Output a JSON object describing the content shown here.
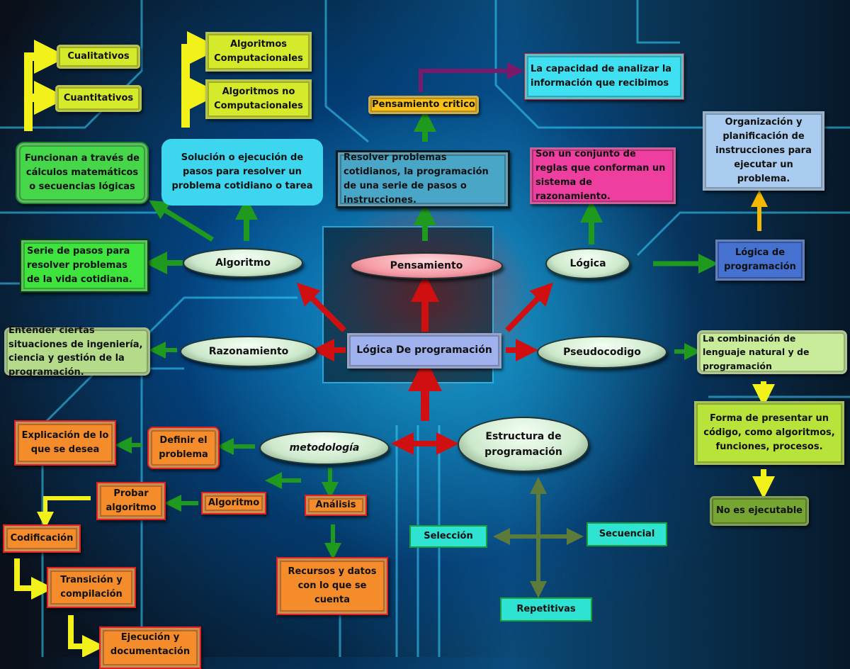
{
  "colors": {
    "yellow_green": "#d4ea2a",
    "green": "#46d64a",
    "cyan": "#3dd6ee",
    "gold": "#f7c11a",
    "pink": "#ee3fa0",
    "steel_blue": "#4aa6c6",
    "light_blue": "#a9ccf0",
    "blue": "#4571d1",
    "periwinkle": "#9fb2ee",
    "sage": "#b3db8a",
    "lime": "#b7e33a",
    "olive": "#76a532",
    "orange": "#f48c2c",
    "aqua": "#2ee3d2",
    "pale_pink": "#f59aa5"
  },
  "center": {
    "label": "Lógica De programación"
  },
  "algoritmo": {
    "label": "Algoritmo",
    "types_a": [
      "Cualitativos",
      "Cuantitativos"
    ],
    "types_b": [
      "Algoritmos Computacionales",
      "Algoritmos no Computacionales"
    ],
    "funcionan": "Funcionan a través de cálculos matemáticos o secuencias lógicas",
    "solucion": "Solución o ejecución de pasos para resolver un problema cotidiano o tarea",
    "serie": "Serie de pasos para resolver problemas de la vida cotidiana."
  },
  "pensamiento": {
    "label": "Pensamiento",
    "resolver": "Resolver problemas cotidianos, la programación de una serie de pasos o instrucciones.",
    "critico": "Pensamiento critico",
    "capacidad": "La capacidad de analizar la información que recibimos"
  },
  "logica": {
    "label": "Lógica",
    "reglas": "Son un conjunto de reglas que conforman un sistema de razonamiento.",
    "logica_prog": "Lógica de programación",
    "organizacion": "Organización y planificación de instrucciones para ejecutar un problema."
  },
  "razonamiento": {
    "label": "Razonamiento",
    "entender": "Entender ciertas situaciones de ingeniería, ciencia y gestión de la programación."
  },
  "pseudocodigo": {
    "label": "Pseudocodigo",
    "combinacion": "La combinación de lenguaje natural y de programación",
    "forma": "Forma de presentar un código, como algoritmos, funciones, procesos.",
    "no_ejecutable": "No es ejecutable"
  },
  "metodologia": {
    "label": "metodología",
    "definir": "Definir el problema",
    "explicacion": "Explicación de lo que se desea",
    "algoritmo": "Algoritmo",
    "probar": "Probar algoritmo",
    "codificacion": "Codificación",
    "transicion": "Transición y compilación",
    "ejecucion": "Ejecución y documentación",
    "analisis": "Análisis",
    "recursos": "Recursos y datos con lo que se cuenta"
  },
  "estructura": {
    "label": "Estructura de programación",
    "seleccion": "Selección",
    "secuencial": "Secuencial",
    "repetitivas": "Repetitivas"
  }
}
